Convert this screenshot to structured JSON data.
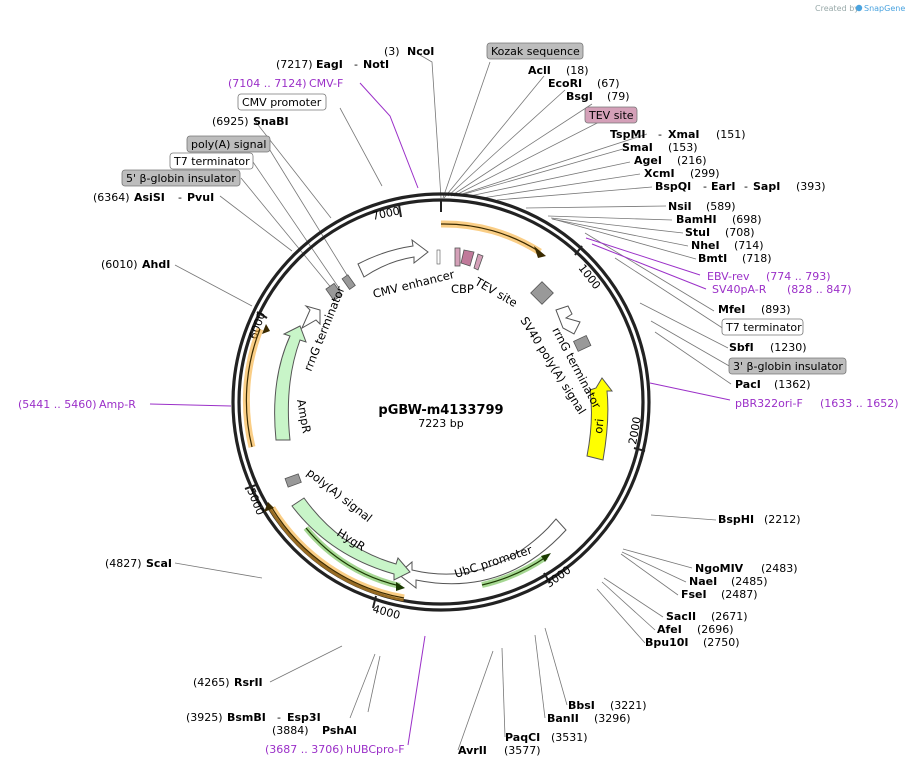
{
  "credit": {
    "prefix": "Created by",
    "brand": "SnapGene"
  },
  "plasmid": {
    "name": "pGBW-m4133799",
    "length": "7223 bp"
  },
  "ticks": [
    "1000",
    "2000",
    "3000",
    "4000",
    "5000",
    "6000",
    "7000"
  ],
  "features": [
    {
      "id": "cmv",
      "label": "CMV enhancer"
    },
    {
      "id": "cbp",
      "label": "CBP"
    },
    {
      "id": "tev",
      "label": "TEV site"
    },
    {
      "id": "sv40",
      "label": "SV40 poly(A) signal"
    },
    {
      "id": "rrnG1",
      "label": "rrnG terminator"
    },
    {
      "id": "ori",
      "label": "ori"
    },
    {
      "id": "ubc",
      "label": "UbC promoter"
    },
    {
      "id": "hygr",
      "label": "HygR"
    },
    {
      "id": "polya",
      "label": "poly(A) signal"
    },
    {
      "id": "ampr",
      "label": "AmpR"
    },
    {
      "id": "rrnG2",
      "label": "rrnG terminator"
    }
  ],
  "labels": [
    {
      "id": "ncoi",
      "pos": "(3)",
      "name": "NcoI"
    },
    {
      "id": "kozak",
      "box": "Kozak sequence"
    },
    {
      "id": "acli",
      "name": "AclI",
      "pos": "(18)"
    },
    {
      "id": "ecori",
      "name": "EcoRI",
      "pos": "(67)"
    },
    {
      "id": "bsgi",
      "name": "BsgI",
      "pos": "(79)"
    },
    {
      "id": "tevsite",
      "box": "TEV site"
    },
    {
      "id": "tspmi",
      "name": "TspMI",
      "sep": "-",
      "name2": "XmaI",
      "pos": "(151)"
    },
    {
      "id": "smai",
      "name": "SmaI",
      "pos": "(153)"
    },
    {
      "id": "agei",
      "name": "AgeI",
      "pos": "(216)"
    },
    {
      "id": "xcmi",
      "name": "XcmI",
      "pos": "(299)"
    },
    {
      "id": "bspqi",
      "name": "BspQI",
      "sep": "-",
      "name2": "EarI",
      "sep2": "-",
      "name3": "SapI",
      "pos": "(393)"
    },
    {
      "id": "nsii",
      "name": "NsiI",
      "pos": "(589)"
    },
    {
      "id": "bamhi",
      "name": "BamHI",
      "pos": "(698)"
    },
    {
      "id": "stui",
      "name": "StuI",
      "pos": "(708)"
    },
    {
      "id": "nhei",
      "name": "NheI",
      "pos": "(714)"
    },
    {
      "id": "bmti",
      "name": "BmtI",
      "pos": "(718)"
    },
    {
      "id": "ebvrev",
      "primer": "EBV-rev",
      "range": "(774 .. 793)"
    },
    {
      "id": "sv40par",
      "primer": "SV40pA-R",
      "range": "(828 .. 847)"
    },
    {
      "id": "mfei",
      "name": "MfeI",
      "pos": "(893)"
    },
    {
      "id": "t7term",
      "box": "T7 terminator"
    },
    {
      "id": "sbfi",
      "name": "SbfI",
      "pos": "(1230)"
    },
    {
      "id": "ins3",
      "box": "3' β-globin insulator"
    },
    {
      "id": "paci",
      "name": "PacI",
      "pos": "(1362)"
    },
    {
      "id": "pbr322",
      "primer": "pBR322ori-F",
      "range": "(1633 .. 1652)"
    },
    {
      "id": "bsphi",
      "name": "BspHI",
      "pos": "(2212)"
    },
    {
      "id": "ngomiv",
      "name": "NgoMIV",
      "pos": "(2483)"
    },
    {
      "id": "naei",
      "name": "NaeI",
      "pos": "(2485)"
    },
    {
      "id": "fsei",
      "name": "FseI",
      "pos": "(2487)"
    },
    {
      "id": "sacii",
      "name": "SacII",
      "pos": "(2671)"
    },
    {
      "id": "afei",
      "name": "AfeI",
      "pos": "(2696)"
    },
    {
      "id": "bpu10i",
      "name": "Bpu10I",
      "pos": "(2750)"
    },
    {
      "id": "bbsi",
      "name": "BbsI",
      "pos": "(3221)"
    },
    {
      "id": "banii",
      "name": "BanII",
      "pos": "(3296)"
    },
    {
      "id": "paqci",
      "name": "PaqCI",
      "pos": "(3531)"
    },
    {
      "id": "avrii",
      "name": "AvrII",
      "pos": "(3577)"
    },
    {
      "id": "hubcpro",
      "range": "(3687 .. 3706)",
      "primer": "hUBCpro-F"
    },
    {
      "id": "pshai",
      "pos": "(3884)",
      "name": "PshAI"
    },
    {
      "id": "bsmbi",
      "pos": "(3925)",
      "name": "BsmBI",
      "sep": "-",
      "name2": "Esp3I"
    },
    {
      "id": "rsrii",
      "pos": "(4265)",
      "name": "RsrII"
    },
    {
      "id": "scai",
      "pos": "(4827)",
      "name": "ScaI"
    },
    {
      "id": "ampr_primer",
      "range": "(5441 .. 5460)",
      "primer": "Amp-R"
    },
    {
      "id": "ahdi",
      "pos": "(6010)",
      "name": "AhdI"
    },
    {
      "id": "asisi",
      "pos": "(6364)",
      "name": "AsiSI",
      "sep": "-",
      "name2": "PvuI"
    },
    {
      "id": "ins5",
      "box": "5' β-globin insulator"
    },
    {
      "id": "t7term2",
      "box": "T7 terminator"
    },
    {
      "id": "polyabox",
      "box": "poly(A) signal"
    },
    {
      "id": "snabi",
      "pos": "(6925)",
      "name": "SnaBI"
    },
    {
      "id": "cmvprom",
      "box": "CMV promoter"
    },
    {
      "id": "cmvf",
      "range": "(7104 .. 7124)",
      "primer": "CMV-F"
    },
    {
      "id": "eagi",
      "pos": "(7217)",
      "name": "EagI",
      "sep": "-",
      "name2": "NotI"
    }
  ],
  "colors": {
    "primer": "#9b30c8",
    "ori": "#ffff00",
    "marker": "#c8f5c8",
    "orange_arrow": "#f5a623",
    "green_arrow": "#4caf25",
    "insulator": "#999999",
    "tev": "#d4a0b8"
  }
}
